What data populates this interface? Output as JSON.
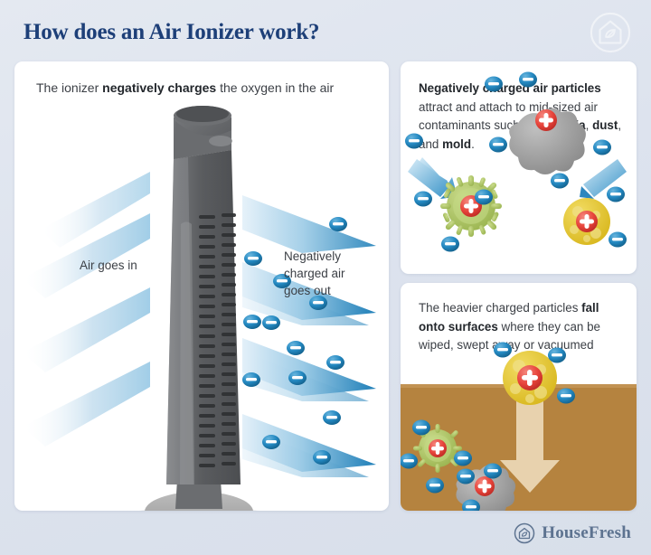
{
  "header": {
    "title": "How does an Air Ionizer work?",
    "brand_icon": "house-leaf-icon",
    "title_color": "#1d3f78"
  },
  "background": {
    "color_top": "#e4e9f1",
    "color_bottom": "#d8dfea"
  },
  "panels": {
    "left": {
      "caption_prefix": "The ionizer ",
      "caption_bold": "negatively charges",
      "caption_suffix": " the oxygen in the air",
      "label_air_in": "Air goes in",
      "label_air_out": "Negatively charged air goes out",
      "device": "tower-air-ionizer",
      "airflow_in_color": "#a8cfe8",
      "airflow_out_color": "#2d8cc4",
      "ion_badge_symbol": "−",
      "ion_badge_color": "#1b7bb5"
    },
    "top_right": {
      "line1_bold": "Negatively charged air particles",
      "line2": "attract and attach to mid-sized",
      "line3": "air contaminants such as",
      "line4_parts": [
        "bacteria",
        ", ",
        "dust",
        ", and ",
        "mold",
        "."
      ],
      "particles": [
        {
          "name": "bacteria",
          "color": "#a8c05a",
          "charge": "+"
        },
        {
          "name": "dust",
          "color": "#9b9b9b",
          "charge": "+"
        },
        {
          "name": "mold",
          "color": "#e0c22a",
          "charge": "+"
        }
      ],
      "positive_charge_color": "#e8453c"
    },
    "bottom_right": {
      "line1": "The heavier charged particles",
      "line2_bold": "fall onto surfaces",
      "line2_rest": " where they",
      "line3": "can be wiped, swept away",
      "line4": "or vacuumed",
      "surface_color": "#b5833f",
      "arrow_color": "#e8d2ae",
      "particles": [
        {
          "name": "mold",
          "color": "#e0c22a"
        },
        {
          "name": "bacteria",
          "color": "#a8c05a"
        },
        {
          "name": "dust",
          "color": "#9b9b9b"
        }
      ]
    }
  },
  "footer": {
    "brand_name": "HouseFresh",
    "brand_icon": "house-leaf-circle-icon",
    "brand_color": "#5d7390"
  }
}
